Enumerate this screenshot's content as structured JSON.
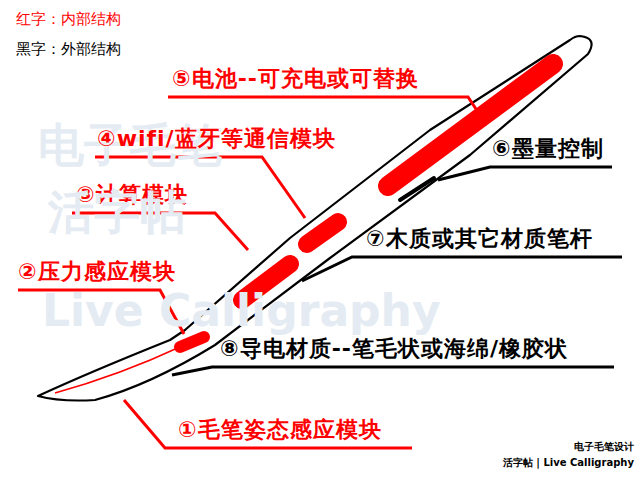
{
  "diagram": {
    "labels": [
      "红字：内部结构",
      "黑字：外部结构",
      "电子毛笔",
      "⑤电池--可充电或可替换",
      "④wifi/蓝牙等通信模块",
      "⑥墨量控制",
      "③计算模块",
      "活字帖",
      "⑦木质或其它材质笔杆",
      "②压力感应模块",
      "Live Calligraphy",
      "⑧导电材质--笔毛状或海绵/橡胶状",
      "①毛笔姿态感应模块",
      "电子毛笔设计",
      "活字帖 | Live Calligraphy"
    ]
  }
}
